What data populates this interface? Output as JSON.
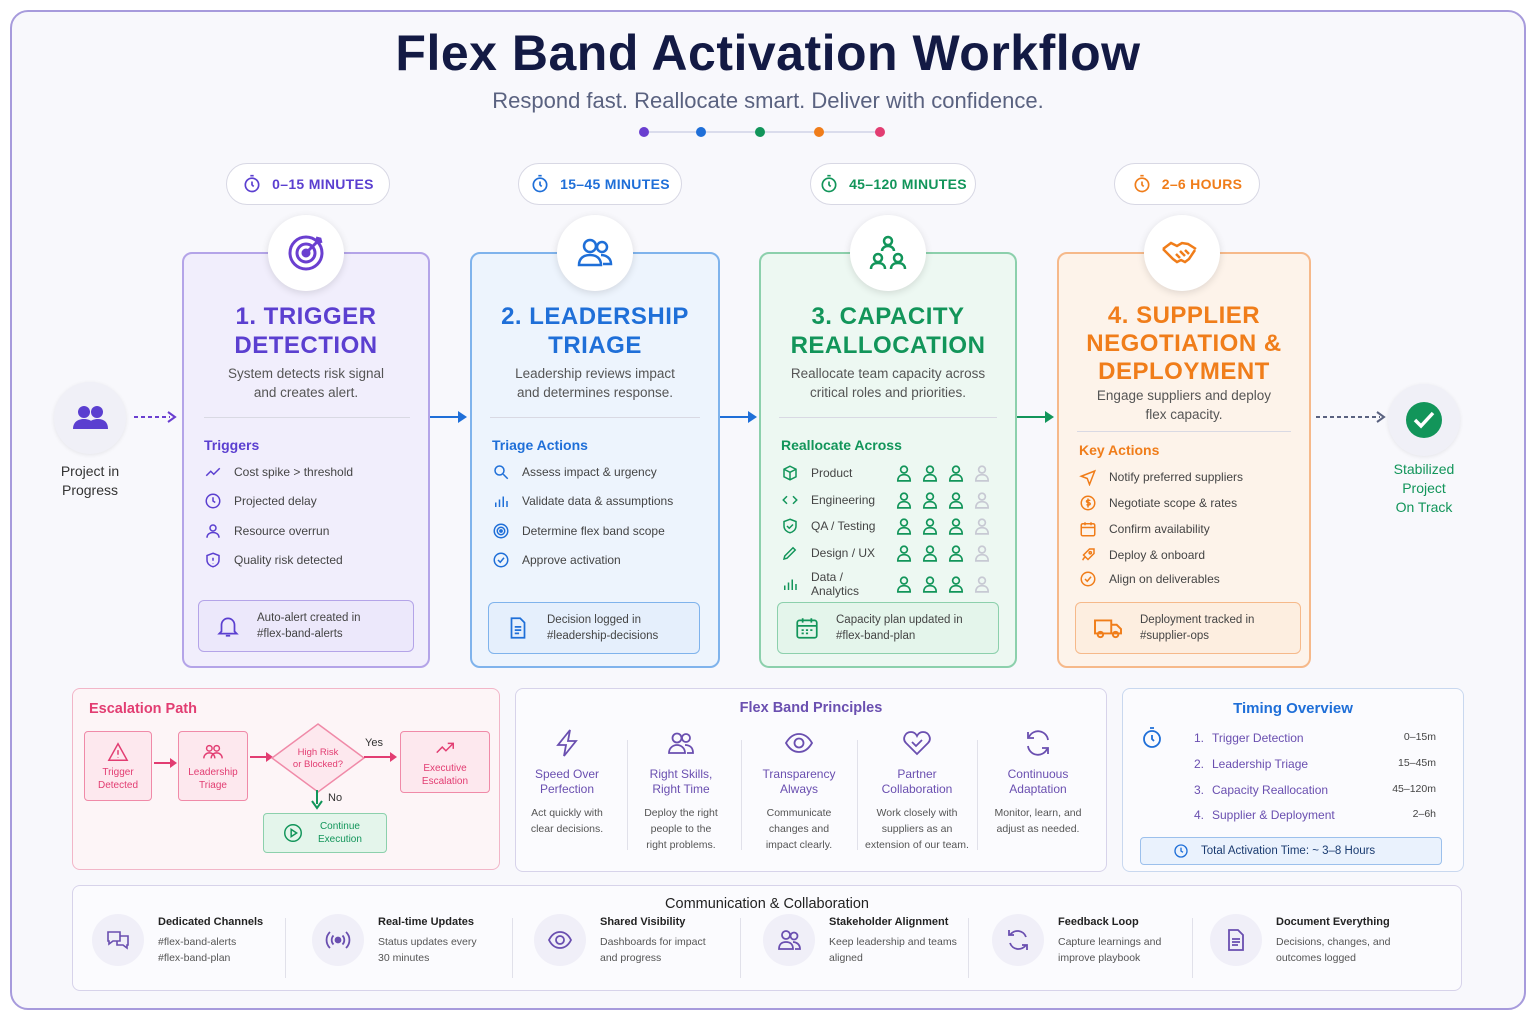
{
  "title": "Flex Band Activation Workflow",
  "subtitle": "Respond fast. Reallocate smart. Deliver with confidence.",
  "colors": {
    "purple": "#6a3fd0",
    "blue": "#1f6fd8",
    "green": "#12955a",
    "orange": "#f07d1a",
    "pink": "#e23d72"
  },
  "start": {
    "label_line1": "Project in",
    "label_line2": "Progress",
    "icon": "people-icon"
  },
  "end": {
    "label_line1": "Stabilized",
    "label_line2": "Project",
    "label_line3": "On Track",
    "icon": "check-circle-icon"
  },
  "stages": [
    {
      "time": "0–15 MINUTES",
      "title_line1": "1. TRIGGER",
      "title_line2": "DETECTION",
      "desc_line1": "System detects risk signal",
      "desc_line2": "and creates alert.",
      "section": "Triggers",
      "items": [
        "Cost spike > threshold",
        "Projected delay",
        "Resource overrun",
        "Quality risk detected"
      ],
      "note_line1": "Auto-alert created in",
      "note_line2": "#flex-band-alerts"
    },
    {
      "time": "15–45 MINUTES",
      "title_line1": "2. LEADERSHIP",
      "title_line2": "TRIAGE",
      "desc_line1": "Leadership reviews impact",
      "desc_line2": "and determines response.",
      "section": "Triage Actions",
      "items": [
        "Assess impact & urgency",
        "Validate data & assumptions",
        "Determine flex band scope",
        "Approve activation"
      ],
      "note_line1": "Decision logged in",
      "note_line2": "#leadership-decisions"
    },
    {
      "time": "45–120 MINUTES",
      "title_line1": "3. CAPACITY",
      "title_line2": "REALLOCATION",
      "desc_line1": "Reallocate team capacity across",
      "desc_line2": "critical roles and priorities.",
      "section": "Reallocate Across",
      "items": [
        "Product",
        "Engineering",
        "QA / Testing",
        "Design / UX",
        "Data / Analytics"
      ],
      "capacity": [
        3,
        3,
        3,
        3,
        3
      ],
      "note_line1": "Capacity plan updated in",
      "note_line2": "#flex-band-plan"
    },
    {
      "time": "2–6 HOURS",
      "title_line1": "4. SUPPLIER",
      "title_line2": "NEGOTIATION &",
      "title_line3": "DEPLOYMENT",
      "desc_line1": "Engage suppliers and deploy",
      "desc_line2": "flex capacity.",
      "section": "Key Actions",
      "items": [
        "Notify preferred suppliers",
        "Negotiate scope & rates",
        "Confirm availability",
        "Deploy & onboard",
        "Align on deliverables"
      ],
      "note_line1": "Deployment tracked in",
      "note_line2": "#supplier-ops"
    }
  ],
  "escalation": {
    "title": "Escalation Path",
    "trigger_line1": "Trigger",
    "trigger_line2": "Detected",
    "triage_line1": "Leadership",
    "triage_line2": "Triage",
    "decision_line1": "High Risk",
    "decision_line2": "or Blocked?",
    "yes": "Yes",
    "no": "No",
    "exec_line1": "Executive",
    "exec_line2": "Escalation",
    "continue_line1": "Continue",
    "continue_line2": "Execution"
  },
  "principles": {
    "title": "Flex Band Principles",
    "items": [
      {
        "t1": "Speed Over",
        "t2": "Perfection",
        "d1": "Act quickly with",
        "d2": "clear decisions.",
        "d3": "",
        "icon": "lightning-icon"
      },
      {
        "t1": "Right Skills,",
        "t2": "Right Time",
        "d1": "Deploy the right",
        "d2": "people to the",
        "d3": "right problems.",
        "icon": "people-icon"
      },
      {
        "t1": "Transparency",
        "t2": "Always",
        "d1": "Communicate",
        "d2": "changes and",
        "d3": "impact clearly.",
        "icon": "eye-icon"
      },
      {
        "t1": "Partner",
        "t2": "Collaboration",
        "d1": "Work closely with",
        "d2": "suppliers as an",
        "d3": "extension of our team.",
        "icon": "heart-handshake-icon"
      },
      {
        "t1": "Continuous",
        "t2": "Adaptation",
        "d1": "Monitor, learn, and",
        "d2": "adjust as needed.",
        "d3": "",
        "icon": "refresh-icon"
      }
    ]
  },
  "timing": {
    "title": "Timing Overview",
    "rows": [
      {
        "num": "1.",
        "label": "Trigger Detection",
        "value": "0–15m"
      },
      {
        "num": "2.",
        "label": "Leadership Triage",
        "value": "15–45m"
      },
      {
        "num": "3.",
        "label": "Capacity Reallocation",
        "value": "45–120m"
      },
      {
        "num": "4.",
        "label": "Supplier & Deployment",
        "value": "2–6h"
      }
    ],
    "total": "Total Activation Time: ~ 3–8 Hours"
  },
  "communication": {
    "title": "Communication & Collaboration",
    "items": [
      {
        "t": "Dedicated Channels",
        "d1": "#flex-band-alerts",
        "d2": "#flex-band-plan",
        "icon": "chat-bubbles-icon"
      },
      {
        "t": "Real-time Updates",
        "d1": "Status updates every",
        "d2": "30 minutes",
        "icon": "broadcast-icon"
      },
      {
        "t": "Shared Visibility",
        "d1": "Dashboards for impact",
        "d2": "and progress",
        "icon": "eye-icon"
      },
      {
        "t": "Stakeholder Alignment",
        "d1": "Keep leadership and teams",
        "d2": "aligned",
        "icon": "people-icon"
      },
      {
        "t": "Feedback Loop",
        "d1": "Capture learnings and",
        "d2": "improve playbook",
        "icon": "refresh-icon"
      },
      {
        "t": "Document Everything",
        "d1": "Decisions, changes, and",
        "d2": "outcomes logged",
        "icon": "document-icon"
      }
    ]
  }
}
